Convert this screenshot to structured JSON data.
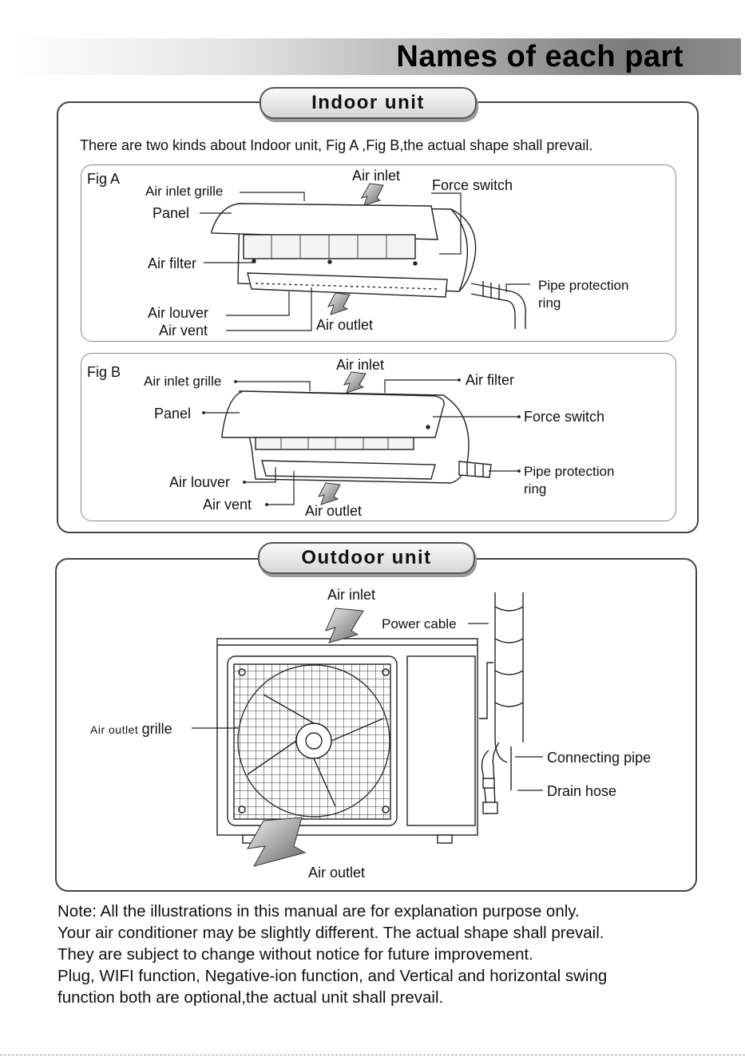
{
  "header": {
    "title": "Names of each part"
  },
  "indoor": {
    "heading": "Indoor unit",
    "intro": "There are two kinds about Indoor unit, Fig A ,Fig B,the actual shape shall prevail.",
    "fig_a": {
      "label": "Fig A",
      "air_inlet_grille": "Air inlet grille",
      "air_inlet": "Air inlet",
      "force_switch": "Force switch",
      "panel": "Panel",
      "air_filter": "Air filter",
      "pipe_protection_ring_1": "Pipe protection",
      "pipe_protection_ring_2": "ring",
      "air_louver": "Air  louver",
      "air_vent": "Air  vent",
      "air_outlet": "Air outlet"
    },
    "fig_b": {
      "label": "Fig B",
      "air_inlet": "Air inlet",
      "air_inlet_grille": "Air inlet grille",
      "air_filter": "Air filter",
      "panel": "Panel",
      "force_switch": "Force switch",
      "pipe_protection_ring_1": "Pipe protection",
      "pipe_protection_ring_2": "ring",
      "air_louver": "Air  louver",
      "air_vent": "Air  vent",
      "air_outlet": "Air outlet"
    }
  },
  "outdoor": {
    "heading": "Outdoor unit",
    "air_inlet": "Air inlet",
    "power_cable": "Power cable",
    "air_outlet_grille_small": "Air outlet ",
    "air_outlet_grille_big": "grille",
    "connecting_pipe": "Connecting pipe",
    "drain_hose": "Drain hose",
    "air_outlet": "Air outlet"
  },
  "notes": [
    "Note: All the illustrations in this manual are for explanation purpose only.",
    "Your air conditioner may be slightly different. The actual shape shall prevail.",
    "They are subject to change without notice for future improvement.",
    "Plug, WIFI function, Negative-ion function, and Vertical and horizontal swing",
    "function both are optional,the actual unit shall prevail."
  ]
}
